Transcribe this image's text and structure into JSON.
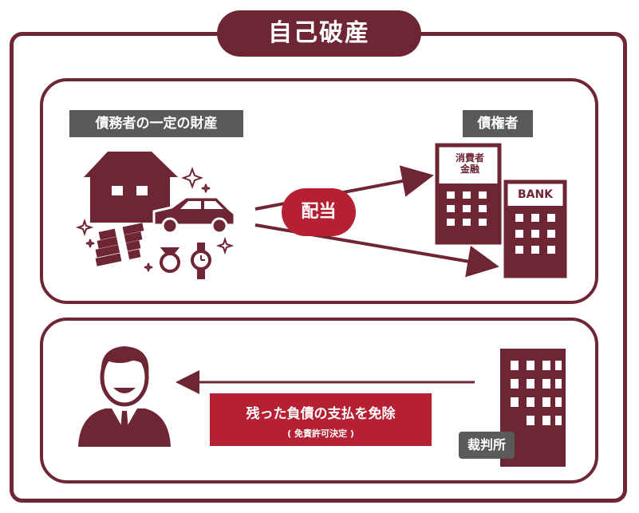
{
  "title": "自己破産",
  "panel_top": {
    "assets_label": "債務者の一定の財産",
    "creditors_label": "債権者",
    "distribution_label": "配当",
    "consumer_finance_label": "消費者\n金融",
    "bank_label": "BANK"
  },
  "panel_bottom": {
    "exemption_main": "残った負債の支払を免除",
    "exemption_sub": "( 免責許可決定 )",
    "court_label": "裁判所"
  },
  "colors": {
    "maroon": "#6e2534",
    "red": "#b52133",
    "gray": "#5a5a5a"
  }
}
